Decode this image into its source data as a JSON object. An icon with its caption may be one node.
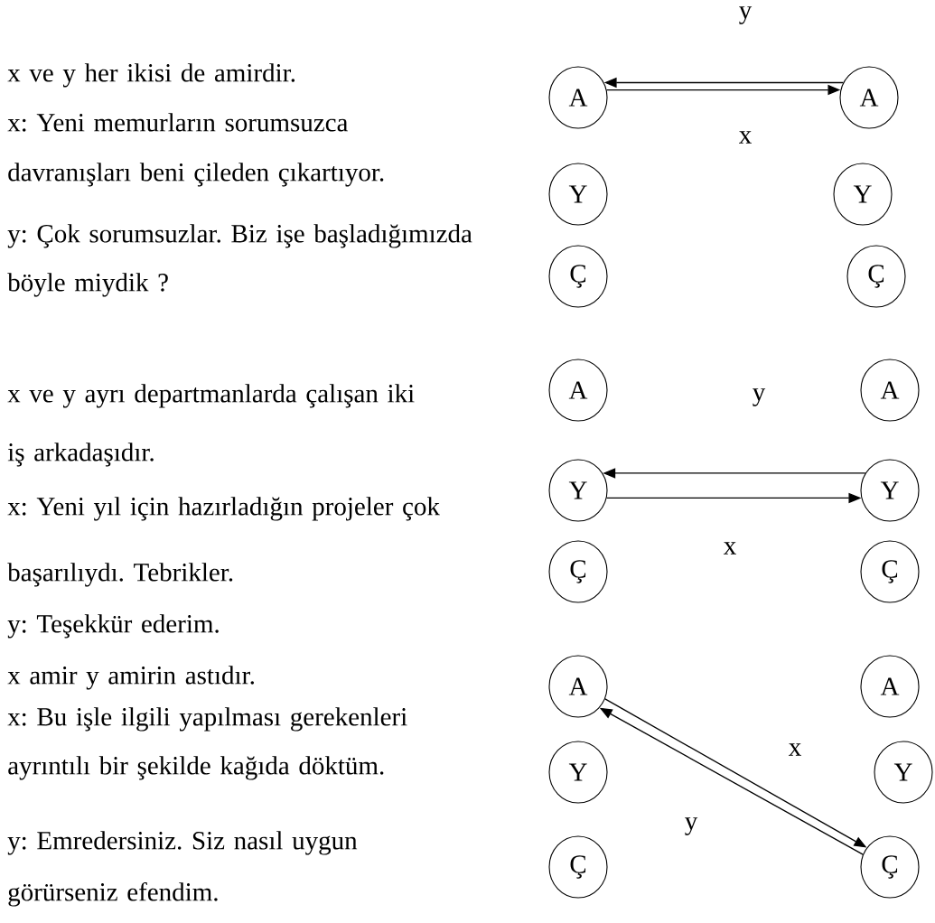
{
  "diagram": {
    "nodes": [
      {
        "text": [
          "A"
        ]
      },
      {
        "text": [
          "A"
        ]
      },
      {
        "text": [
          "Y"
        ]
      },
      {
        "text": [
          "Y"
        ]
      },
      {
        "text": [
          "Ç"
        ]
      },
      {
        "text": [
          "Ç"
        ]
      },
      {
        "text": [
          "A"
        ]
      },
      {
        "text": [
          "A"
        ]
      },
      {
        "text": [
          "Y"
        ]
      },
      {
        "text": [
          "Y"
        ]
      },
      {
        "text": [
          "Ç"
        ]
      },
      {
        "text": [
          "Ç"
        ]
      },
      {
        "text": [
          "A"
        ]
      },
      {
        "text": [
          "A"
        ]
      },
      {
        "text": [
          "Y"
        ]
      },
      {
        "text": [
          "Y"
        ]
      },
      {
        "text": [
          "Ç"
        ]
      },
      {
        "text": [
          "Ç"
        ]
      }
    ],
    "edges": [
      {
        "from": 1,
        "to": 0,
        "arrow": "to",
        "label": "y"
      },
      {
        "from": 0,
        "to": 1,
        "arrow": "to",
        "label": "x"
      },
      {
        "from": 9,
        "to": 8,
        "arrow": "to",
        "label": "y"
      },
      {
        "from": 8,
        "to": 9,
        "arrow": "to",
        "label": "x"
      },
      {
        "from": 12,
        "to": 17,
        "arrow": "to",
        "label": "x"
      },
      {
        "from": 17,
        "to": 12,
        "arrow": "to",
        "label": "y"
      }
    ],
    "labels": [
      "x ve y her ikisi de amirdir.",
      "x: Yeni memurların sorumsuzca davranışları beni çileden çıkartıyor.",
      "y: Çok sorumsuzlar. Biz işe başladığımızda böyle miydik ?",
      "x ve y ayrı departmanlarda çalışan iki iş arkadaşıdır.",
      "x: Yeni yıl için hazırladığın projeler çok başarılıydı. Tebrikler.",
      "y: Teşekkür ederim.",
      "x amir y amirin astıdır.",
      "x: Bu işle ilgili yapılması gerekenleri ayrıntılı bir şekilde kağıda döktüm.",
      "y: Emredersiniz. Siz nasıl uygun görürseniz efendim."
    ]
  }
}
